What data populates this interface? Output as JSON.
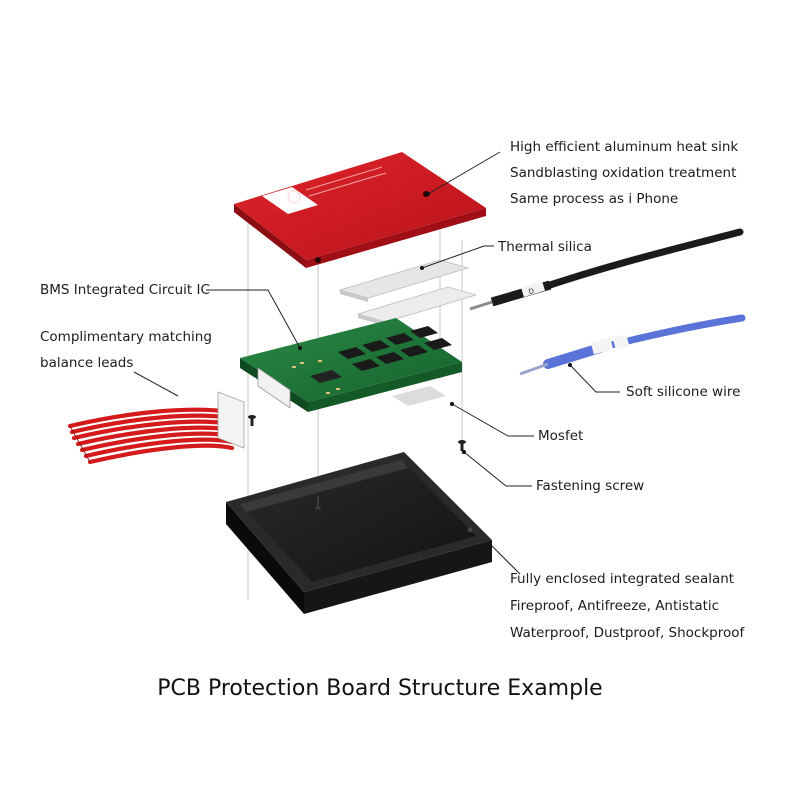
{
  "caption": "PCB Protection Board Structure Example",
  "callouts": {
    "heat_sink": {
      "lines": [
        "High efficient aluminum heat sink",
        "Sandblasting oxidation treatment",
        "Same process as i Phone"
      ]
    },
    "thermal_silica": {
      "lines": [
        "Thermal silica"
      ]
    },
    "bms_ic": {
      "lines": [
        "BMS Integrated Circuit IC"
      ]
    },
    "balance_leads": {
      "lines": [
        "Complimentary matching",
        "balance leads"
      ]
    },
    "silicone_wire": {
      "lines": [
        "Soft silicone wire"
      ]
    },
    "mosfet": {
      "lines": [
        "Mosfet"
      ]
    },
    "fastening_screw": {
      "lines": [
        "Fastening screw"
      ]
    },
    "enclosure": {
      "lines": [
        "Fully enclosed integrated sealant",
        "Fireproof, Antifreeze, Antistatic",
        "Waterproof, Dustproof, Shockproof"
      ]
    }
  },
  "colors": {
    "heat_sink": "#c8141c",
    "pcb": "#1f7a3a",
    "enclosure": "#1a1a1a",
    "wire_black": "#1b1b1b",
    "wire_blue": "#5a73d8",
    "balance_red": "#d41a1a"
  }
}
